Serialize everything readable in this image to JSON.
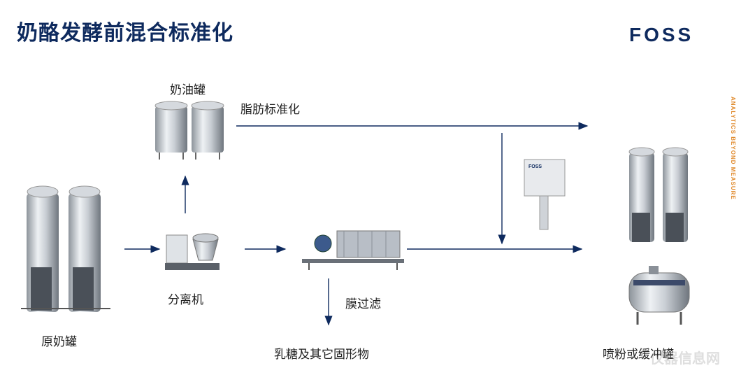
{
  "title": "奶酪发酵前混合标准化",
  "logo": "FOSS",
  "tagline": "ANALYTICS BEYOND MEASURE",
  "labels": {
    "cream_tank": "奶油罐",
    "fat_standardization": "脂肪标准化",
    "raw_milk_tank": "原奶罐",
    "separator": "分离机",
    "membrane_filtration": "膜过滤",
    "lactose_solids": "乳糖及其它固形物",
    "spray_or_buffer_tank": "喷粉或缓冲罐"
  },
  "analyzer_brand": "FOSS",
  "watermark": "仪器信息网"
}
